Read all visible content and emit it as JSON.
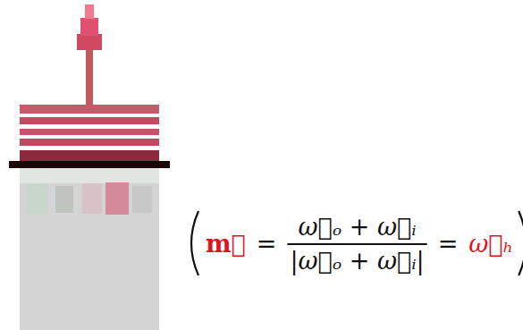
{
  "diagram": {
    "labels": [
      "m⃗",
      "=",
      "ω⃗ₒ + ω⃗ᵢ",
      "|ω⃗ₒ + ω⃗ᵢ|",
      "=",
      "ω⃗ₕ"
    ]
  }
}
